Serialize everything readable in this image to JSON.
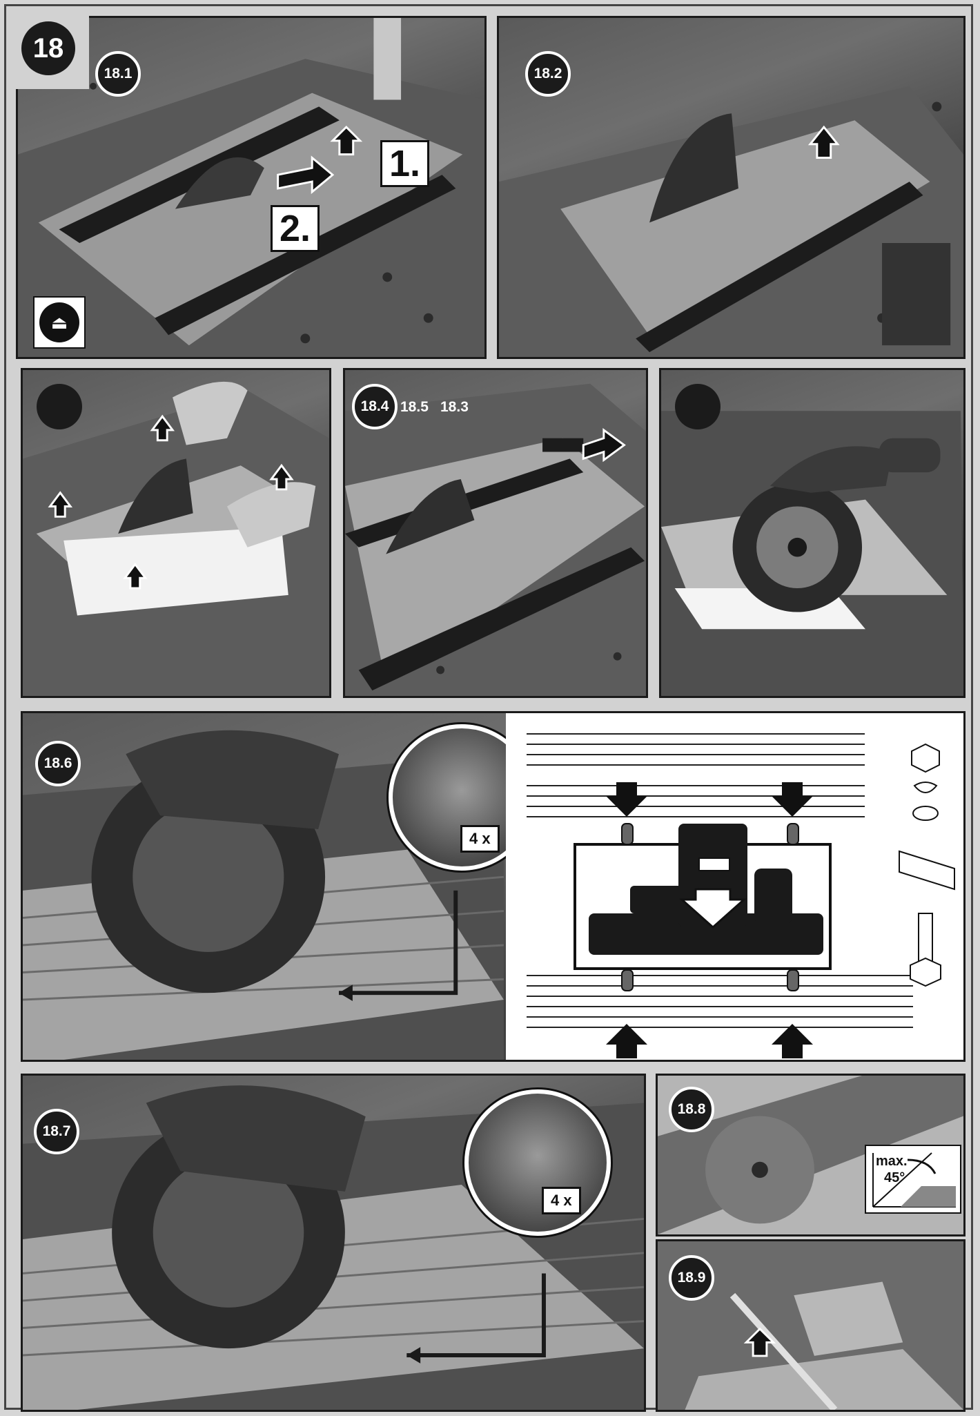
{
  "section_number": "18",
  "steps": {
    "s18_1": "18.1",
    "s18_2": "18.2",
    "s18_3": "18.3",
    "s18_4": "18.4",
    "s18_5": "18.5",
    "s18_6": "18.6",
    "s18_7": "18.7",
    "s18_8": "18.8",
    "s18_9": "18.9"
  },
  "sequence_labels": {
    "first": "1.",
    "second": "2."
  },
  "quantity_labels": {
    "fasteners_18_6": "4 x",
    "fasteners_18_7": "4 x"
  },
  "angle_note": {
    "line1": "max.",
    "line2": "45°"
  },
  "icons": {
    "unplug": "unplug-mains-icon"
  },
  "colors": {
    "badge": "#1b1b1b",
    "panel_border": "#1a1a1a",
    "background": "#d2d2d2"
  }
}
